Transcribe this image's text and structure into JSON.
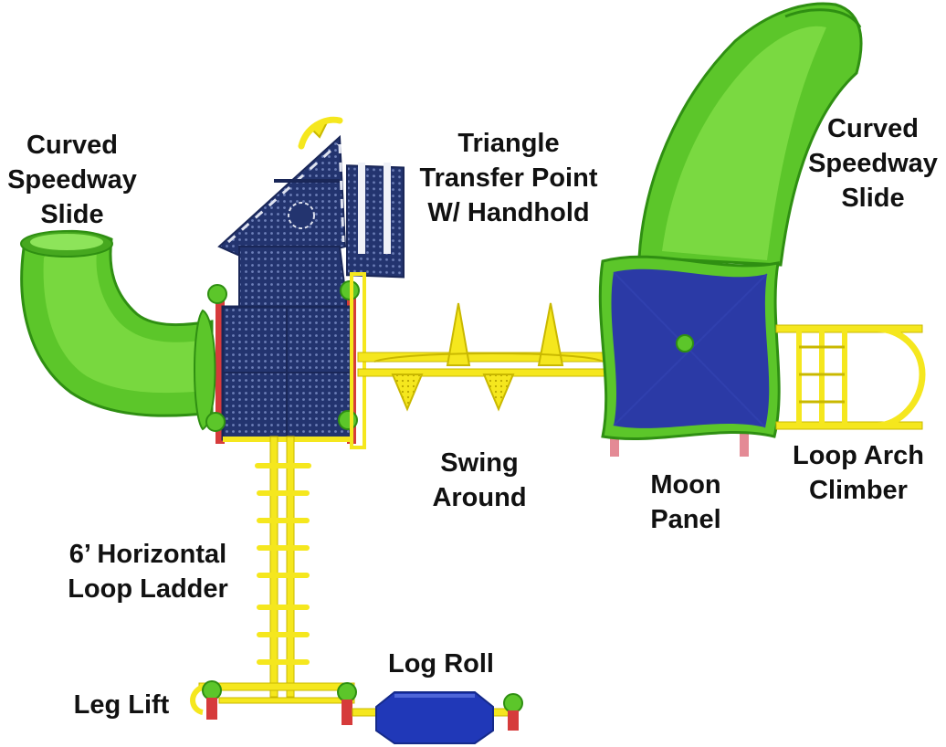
{
  "colors": {
    "green": "#5cc62a",
    "green_dark": "#2f8f12",
    "blue": "#1e2f9c",
    "navy": "#1f2f6e",
    "yellow": "#f5e71e",
    "yellow_dark": "#c9b800",
    "red": "#d63b3b",
    "pink": "#e48a95"
  },
  "labels": {
    "slide_left": [
      "Curved",
      "Speedway",
      "Slide"
    ],
    "slide_right": [
      "Curved",
      "Speedway",
      "Slide"
    ],
    "triangle": [
      "Triangle",
      "Transfer Point",
      "W/ Handhold"
    ],
    "swing": [
      "Swing",
      "Around"
    ],
    "moon": [
      "Moon",
      "Panel"
    ],
    "loop_arch": [
      "Loop Arch",
      "Climber"
    ],
    "horizontal_ladder": [
      "6’ Horizontal",
      "Loop Ladder"
    ],
    "log_roll": [
      "Log Roll"
    ],
    "leg_lift": [
      "Leg Lift"
    ]
  },
  "icons": [
    "post-cap-icon",
    "handhold-icon",
    "porthole-icon"
  ]
}
